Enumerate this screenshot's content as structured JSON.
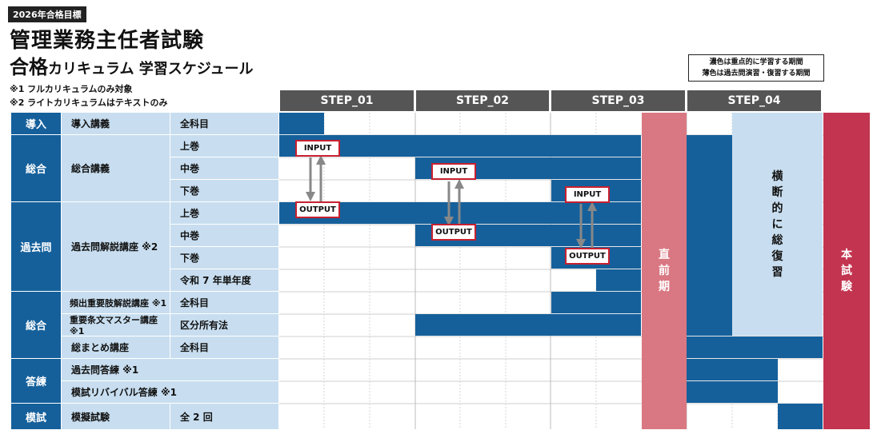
{
  "header": {
    "badge": "2026年合格目標",
    "title_line1": "管理業務主任者試験",
    "title_line2_main": "合格",
    "title_line2_sub": "カリキュラム 学習スケジュール",
    "note1": "※1 フルカリキュラムのみ対象",
    "note2": "※2 ライトカリキュラムはテキストのみ"
  },
  "legend": {
    "line1": "濃色は重点的に学習する期間",
    "line2": "薄色は過去問演習・復習する期間"
  },
  "steps": [
    "STEP_01",
    "STEP_02",
    "STEP_03",
    "STEP_04"
  ],
  "categories": {
    "intro": "導入",
    "sogo1": "総合",
    "kakomon": "過去問",
    "sogo2": "総合",
    "toren": "答練",
    "moshi": "模試"
  },
  "courses": {
    "intro": "導入講義",
    "sogo": "総合講義",
    "kakomon": "過去問解説講座 ※2",
    "hinshutsu": "頻出重要肢解説講座 ※1",
    "jouyou": "重要条文マスター講座 ※1",
    "matome": "総まとめ講座",
    "kakomon_toren": "過去問答練 ※1",
    "moshi_revival": "模試リバイバル答練 ※1",
    "moshi": "模擬試験"
  },
  "scopes": {
    "intro": "全科目",
    "joukan1": "上巻",
    "chukan1": "中巻",
    "gekan1": "下巻",
    "joukan2": "上巻",
    "chukan2": "中巻",
    "gekan2": "下巻",
    "reiwa": "令和 7 年単年度",
    "hinshutsu": "全科目",
    "jouyou": "区分所有法",
    "matome": "全科目",
    "moshi": "全 2 回"
  },
  "markers": {
    "input": "INPUT",
    "output": "OUTPUT"
  },
  "columns": {
    "chokuzen": [
      "直",
      "前",
      "期"
    ],
    "oudan": [
      "横",
      "断",
      "的",
      "に",
      "総",
      "復",
      "習"
    ],
    "honshiken": [
      "本",
      "試",
      "験"
    ]
  },
  "colors": {
    "dark_blue": "#15609b",
    "light_blue": "#c8def0",
    "step_gray": "#555555",
    "chokuzen_pink": "#d97882",
    "exam_red": "#c2344f",
    "marker_red": "#c8202f"
  }
}
